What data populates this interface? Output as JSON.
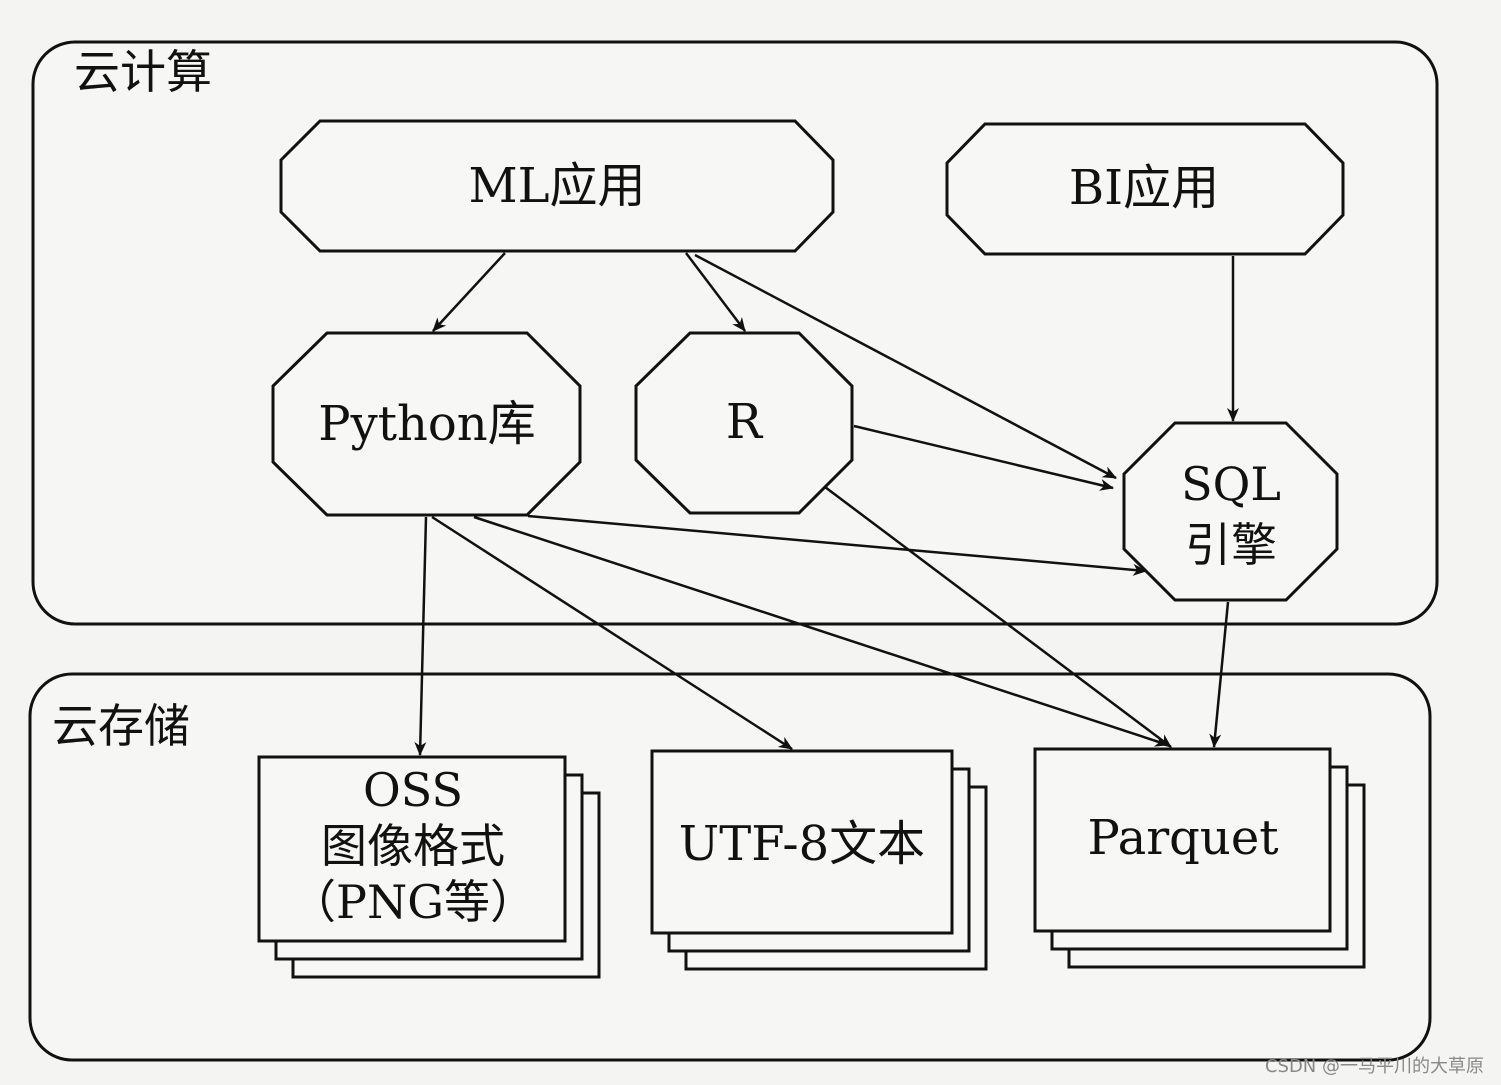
{
  "zones": {
    "compute": {
      "title": "云计算"
    },
    "storage": {
      "title": "云存储"
    }
  },
  "nodes": {
    "ml_app": {
      "label": "ML应用"
    },
    "bi_app": {
      "label": "BI应用"
    },
    "python_lib": {
      "label": "Python库"
    },
    "r": {
      "label": "R"
    },
    "sql_engine": {
      "line1": "SQL",
      "line2": "引擎"
    },
    "oss": {
      "line1": "OSS",
      "line2": "图像格式",
      "line3": "（PNG等）"
    },
    "utf8": {
      "label": "UTF-8文本"
    },
    "parquet": {
      "label": "Parquet"
    }
  },
  "edges": [
    {
      "from": "ML应用",
      "to": "Python库"
    },
    {
      "from": "ML应用",
      "to": "R"
    },
    {
      "from": "ML应用",
      "to": "SQL引擎"
    },
    {
      "from": "BI应用",
      "to": "SQL引擎"
    },
    {
      "from": "R",
      "to": "SQL引擎"
    },
    {
      "from": "R",
      "to": "Parquet"
    },
    {
      "from": "Python库",
      "to": "SQL引擎"
    },
    {
      "from": "Python库",
      "to": "OSS图像格式（PNG等）"
    },
    {
      "from": "Python库",
      "to": "UTF-8文本"
    },
    {
      "from": "Python库",
      "to": "Parquet"
    },
    {
      "from": "SQL引擎",
      "to": "Parquet"
    }
  ],
  "watermark": "CSDN @一马平川的大草原"
}
